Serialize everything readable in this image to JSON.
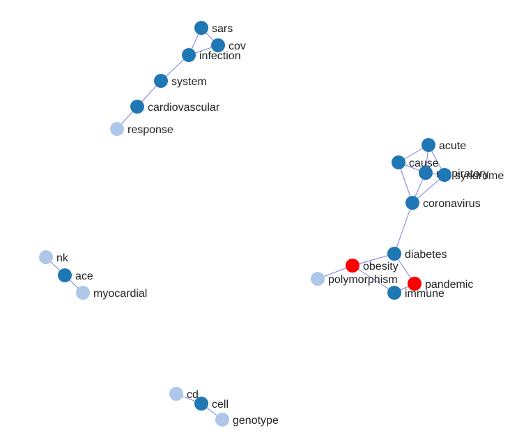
{
  "colors": {
    "edge": "#7b7be6",
    "group_dark": "#1f77b4",
    "group_light": "#aec7e8",
    "group_red": "#ff0000"
  },
  "nodes": [
    {
      "id": "sars",
      "label": "sars",
      "group": "group_dark"
    },
    {
      "id": "cov",
      "label": "cov",
      "group": "group_dark"
    },
    {
      "id": "infection",
      "label": "infection",
      "group": "group_dark"
    },
    {
      "id": "system",
      "label": "system",
      "group": "group_dark"
    },
    {
      "id": "cardiovascular",
      "label": "cardiovascular",
      "group": "group_dark"
    },
    {
      "id": "response",
      "label": "response",
      "group": "group_light"
    },
    {
      "id": "acute",
      "label": "acute",
      "group": "group_dark"
    },
    {
      "id": "cause",
      "label": "cause",
      "group": "group_dark"
    },
    {
      "id": "respiratory",
      "label": "respiratory",
      "group": "group_dark"
    },
    {
      "id": "syndrome",
      "label": "syndrome",
      "group": "group_dark"
    },
    {
      "id": "coronavirus",
      "label": "coronavirus",
      "group": "group_dark"
    },
    {
      "id": "diabetes",
      "label": "diabetes",
      "group": "group_dark"
    },
    {
      "id": "obesity",
      "label": "obesity",
      "group": "group_red"
    },
    {
      "id": "polymorphism",
      "label": "polymorphism",
      "group": "group_light"
    },
    {
      "id": "pandemic",
      "label": "pandemic",
      "group": "group_red"
    },
    {
      "id": "immune",
      "label": "immune",
      "group": "group_dark"
    },
    {
      "id": "nk",
      "label": "nk",
      "group": "group_light"
    },
    {
      "id": "ace",
      "label": "ace",
      "group": "group_dark"
    },
    {
      "id": "myocardial",
      "label": "myocardial",
      "group": "group_light"
    },
    {
      "id": "cd",
      "label": "cd",
      "group": "group_light"
    },
    {
      "id": "cell",
      "label": "cell",
      "group": "group_dark"
    },
    {
      "id": "genotype",
      "label": "genotype",
      "group": "group_light"
    }
  ],
  "edges": [
    [
      "sars",
      "cov"
    ],
    [
      "sars",
      "infection"
    ],
    [
      "cov",
      "infection"
    ],
    [
      "infection",
      "system"
    ],
    [
      "system",
      "cardiovascular"
    ],
    [
      "cardiovascular",
      "response"
    ],
    [
      "acute",
      "cause"
    ],
    [
      "acute",
      "respiratory"
    ],
    [
      "acute",
      "syndrome"
    ],
    [
      "cause",
      "respiratory"
    ],
    [
      "cause",
      "coronavirus"
    ],
    [
      "respiratory",
      "syndrome"
    ],
    [
      "respiratory",
      "coronavirus"
    ],
    [
      "syndrome",
      "coronavirus"
    ],
    [
      "coronavirus",
      "diabetes"
    ],
    [
      "diabetes",
      "obesity"
    ],
    [
      "diabetes",
      "pandemic"
    ],
    [
      "obesity",
      "polymorphism"
    ],
    [
      "obesity",
      "immune"
    ],
    [
      "pandemic",
      "immune"
    ],
    [
      "nk",
      "ace"
    ],
    [
      "ace",
      "myocardial"
    ],
    [
      "cd",
      "cell"
    ],
    [
      "cell",
      "genotype"
    ]
  ]
}
